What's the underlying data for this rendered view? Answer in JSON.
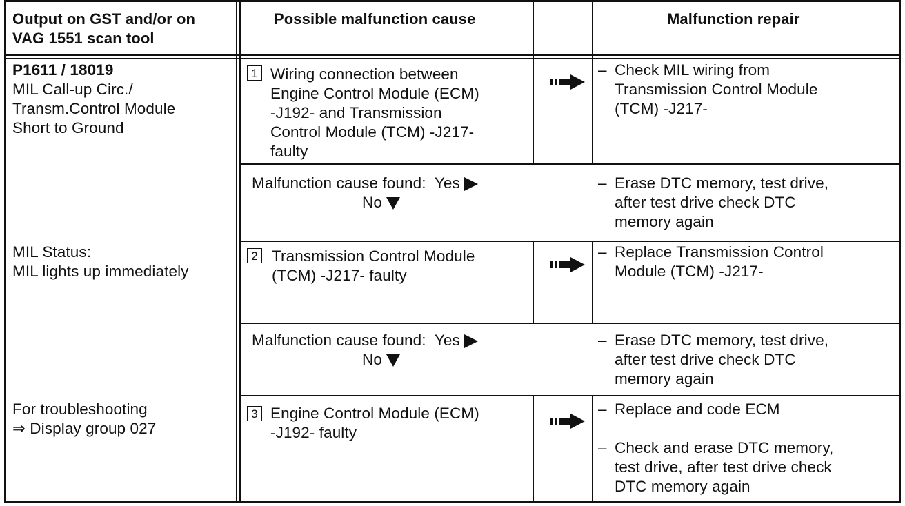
{
  "header": {
    "col1": "Output on GST and/or on\nVAG 1551 scan tool",
    "col2": "Possible malfunction cause",
    "col3": "Malfunction repair"
  },
  "left_column": {
    "code": "P1611 / 18019",
    "description": "MIL Call-up Circ./\nTransm.Control Module\nShort to Ground",
    "mil_status": "MIL Status:\nMIL lights up immediately",
    "troubleshooting": "For troubleshooting\n⇒ Display group 027"
  },
  "rows": [
    {
      "step": "1",
      "cause": "Wiring connection between\nEngine Control Module (ECM)\n-J192- and Transmission\nControl Module (TCM) -J217-\nfaulty",
      "repair": "Check MIL wiring from\nTransmission Control Module\n(TCM) -J217-"
    },
    {
      "step": "2",
      "cause": "Transmission Control Module\n(TCM) -J217- faulty",
      "repair": "Replace Transmission Control\nModule (TCM) -J217-"
    },
    {
      "step": "3",
      "cause": "Engine Control Module (ECM)\n-J192- faulty",
      "repair": "Replace and code ECM",
      "repair2": "Check and erase DTC memory,\ntest drive, after test drive check\nDTC memory again"
    }
  ],
  "found_rows": [
    {
      "label": "Malfunction cause found:  Yes",
      "no": "No",
      "repair": "Erase DTC memory, test drive,\nafter test drive check DTC\nmemory again"
    },
    {
      "label": "Malfunction cause found:  Yes",
      "no": "No",
      "repair": "Erase DTC memory, test drive,\nafter test drive check DTC\nmemory again"
    }
  ],
  "dash": "–"
}
